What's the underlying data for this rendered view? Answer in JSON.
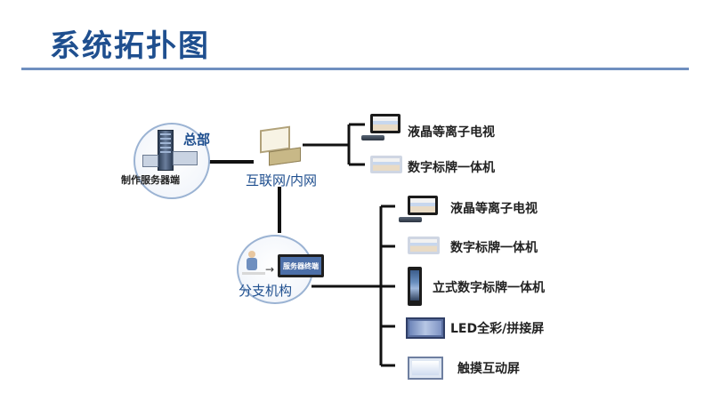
{
  "title": "系统拓扑图",
  "nodes": {
    "hq_label": "总部",
    "hq_sub": "制作服务器端",
    "internet_label": "互联网/内网",
    "branch_label": "分支机构",
    "branch_terminal": "服务器终端"
  },
  "upper_items": [
    {
      "label": "液晶等离子电视",
      "icon": "tv-icon"
    },
    {
      "label": "数字标牌一体机",
      "icon": "signage-icon"
    }
  ],
  "lower_items": [
    {
      "label": "液晶等离子电视",
      "icon": "tv-icon"
    },
    {
      "label": "数字标牌一体机",
      "icon": "signage-icon"
    },
    {
      "label": "立式数字标牌一体机",
      "icon": "kiosk-icon"
    },
    {
      "label": "LED全彩/拼接屏",
      "icon": "led-wall-icon"
    },
    {
      "label": "触摸互动屏",
      "icon": "touch-screen-icon"
    }
  ],
  "colors": {
    "title": "#1f4f8f",
    "rule": "#6f8fbf",
    "line": "#111111",
    "circle_border": "#9bb3d3"
  }
}
